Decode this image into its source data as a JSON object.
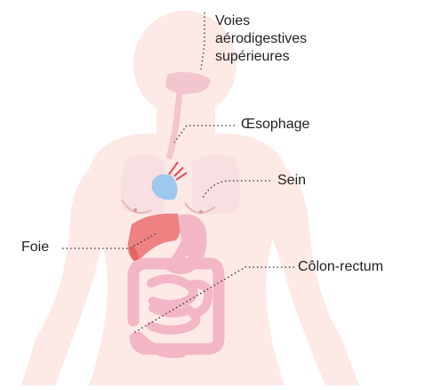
{
  "labels": {
    "vads": [
      "Voies",
      "aérodigestives",
      "supérieures"
    ],
    "oesophage": "Œsophage",
    "sein": "Sein",
    "foie": "Foie",
    "colon": "Côlon-rectum"
  },
  "colors": {
    "silhouette": "#fde9e6",
    "torso_inner": "#fbdcd8",
    "lungs": "#f7dfe2",
    "organs_pink": "#f3b6c6",
    "liver": "#ee8181",
    "liver_dark": "#e16464",
    "heart_blue": "#9ec8ec",
    "heart_red": "#e9495a",
    "leader_line": "#333333",
    "text": "#222222"
  }
}
